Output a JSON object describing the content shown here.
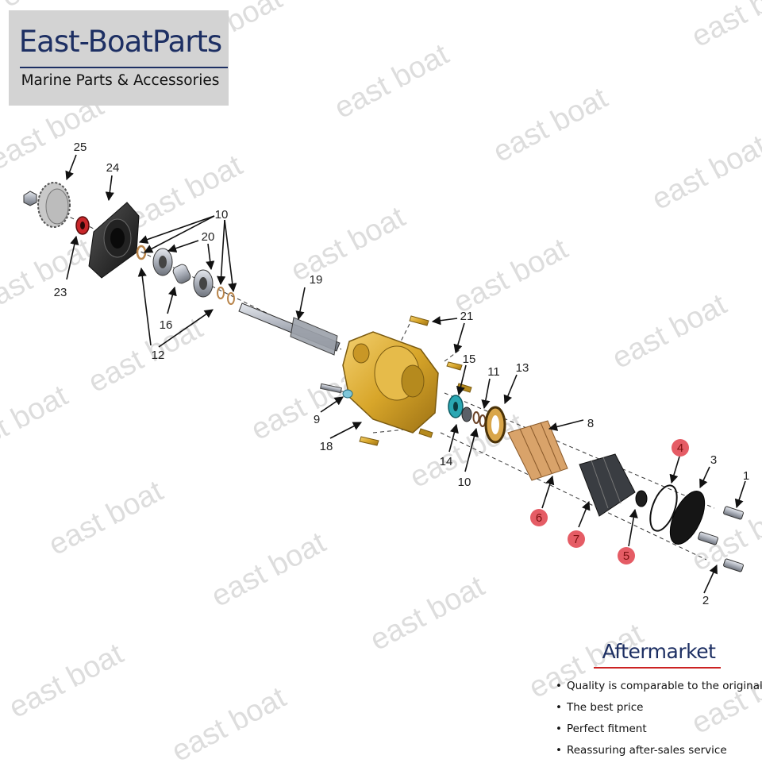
{
  "brand": {
    "name": "East-BoatParts",
    "tagline": "Marine Parts & Accessories"
  },
  "watermark_text": "east boat",
  "diagram": {
    "callouts": [
      {
        "number": "1",
        "highlighted": false
      },
      {
        "number": "2",
        "highlighted": false
      },
      {
        "number": "3",
        "highlighted": false
      },
      {
        "number": "4",
        "highlighted": true
      },
      {
        "number": "5",
        "highlighted": true
      },
      {
        "number": "6",
        "highlighted": true
      },
      {
        "number": "7",
        "highlighted": true
      },
      {
        "number": "8",
        "highlighted": false
      },
      {
        "number": "9",
        "highlighted": false
      },
      {
        "number": "10",
        "highlighted": false
      },
      {
        "number": "10",
        "highlighted": false
      },
      {
        "number": "11",
        "highlighted": false
      },
      {
        "number": "12",
        "highlighted": false
      },
      {
        "number": "13",
        "highlighted": false
      },
      {
        "number": "14",
        "highlighted": false
      },
      {
        "number": "15",
        "highlighted": false
      },
      {
        "number": "16",
        "highlighted": false
      },
      {
        "number": "18",
        "highlighted": false
      },
      {
        "number": "19",
        "highlighted": false
      },
      {
        "number": "20",
        "highlighted": false
      },
      {
        "number": "21",
        "highlighted": false
      },
      {
        "number": "23",
        "highlighted": false
      },
      {
        "number": "24",
        "highlighted": false
      },
      {
        "number": "25",
        "highlighted": false
      }
    ]
  },
  "aftermarket": {
    "title": "Aftermarket",
    "points": [
      "Quality is comparable to the original",
      "The best price",
      "Perfect fitment",
      "Reassuring after-sales service"
    ]
  },
  "colors": {
    "brand_navy": "#1d2f63",
    "highlight_red": "#e0404a",
    "bronze": "#d8a62a",
    "impeller": "#d9a36a",
    "seal_red": "#c8262a",
    "steel": "#a9aeb8",
    "watermark": "#dcdcdc"
  }
}
